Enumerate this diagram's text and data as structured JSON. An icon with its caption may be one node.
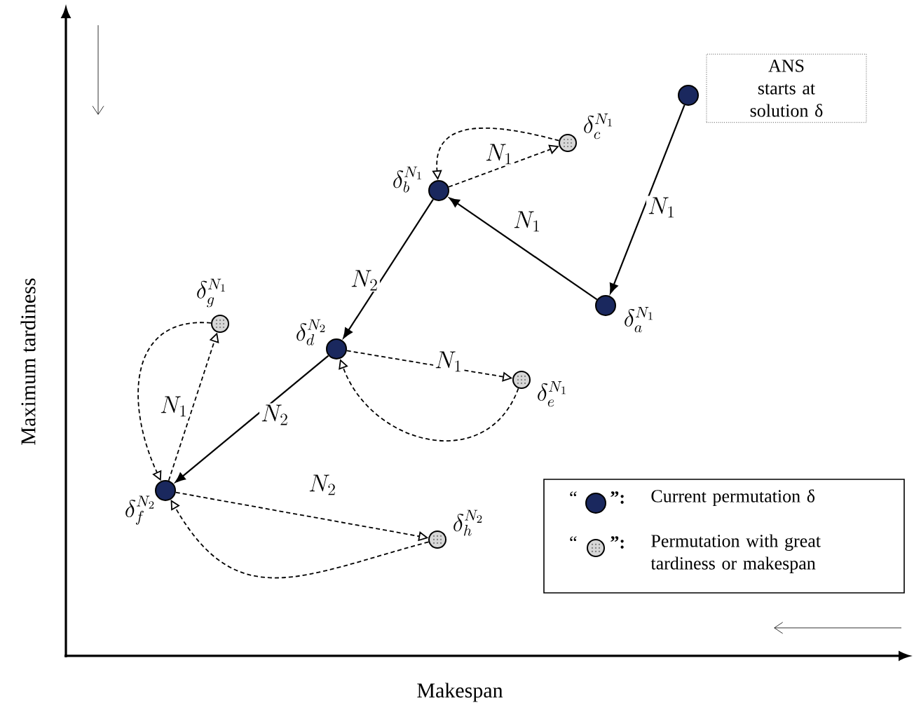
{
  "diagram": {
    "nodes": [
      {
        "text": [],
        "shape": "circle"
      },
      {
        "text": [
          "ANS starts at solution δ"
        ]
      },
      {
        "text": [],
        "shape": "circle",
        "beside": [
          "\\delta_a^{N_1}"
        ]
      },
      {
        "text": [],
        "shape": "circle",
        "beside": [
          "\\delta_b^{N_1}"
        ]
      },
      {
        "text": [],
        "shape": "circle",
        "beside": [
          "\\delta_c^{N_1}"
        ]
      },
      {
        "text": [],
        "shape": "circle",
        "beside": [
          "\\delta_d^{N_2}"
        ]
      },
      {
        "text": [],
        "shape": "circle",
        "beside": [
          "\\delta_e^{N_1}"
        ]
      },
      {
        "text": [],
        "shape": "circle",
        "beside": [
          "\\delta_f^{N_2}"
        ]
      },
      {
        "text": [],
        "shape": "circle",
        "beside": [
          "\\delta_g^{N_1}"
        ]
      },
      {
        "text": [],
        "shape": "circle",
        "beside": [
          "\\delta_h^{N_2}"
        ]
      }
    ],
    "edges": [
      {
        "from": 0,
        "to": 2,
        "arrow": "to",
        "label": "N_1"
      },
      {
        "from": 2,
        "to": 3,
        "arrow": "to",
        "label": "N_1"
      },
      {
        "from": 3,
        "to": 4,
        "arrow": "to",
        "label": "N_1",
        "style": "dashed"
      },
      {
        "from": 4,
        "to": 3,
        "arrow": "to",
        "style": "dashed"
      },
      {
        "from": 3,
        "to": 5,
        "arrow": "to",
        "label": "N_2"
      },
      {
        "from": 5,
        "to": 6,
        "arrow": "to",
        "label": "N_1",
        "style": "dashed"
      },
      {
        "from": 6,
        "to": 5,
        "arrow": "to",
        "style": "dashed"
      },
      {
        "from": 5,
        "to": 7,
        "arrow": "to",
        "label": "N_2"
      },
      {
        "from": 7,
        "to": 8,
        "arrow": "to",
        "label": "N_1",
        "style": "dashed"
      },
      {
        "from": 8,
        "to": 7,
        "arrow": "to",
        "style": "dashed"
      },
      {
        "from": 7,
        "to": 9,
        "arrow": "to",
        "label": "N_2",
        "style": "dashed"
      },
      {
        "from": 9,
        "to": 7,
        "arrow": "to",
        "style": "dashed"
      }
    ],
    "labels": [
      "Maximum tardiness",
      "Makespan",
      "“",
      "”:",
      "“",
      "”:"
    ],
    "legend": [
      {
        "text": "Current permutation δ"
      },
      {
        "text": "Permutation with great tardiness or makespan"
      }
    ]
  }
}
